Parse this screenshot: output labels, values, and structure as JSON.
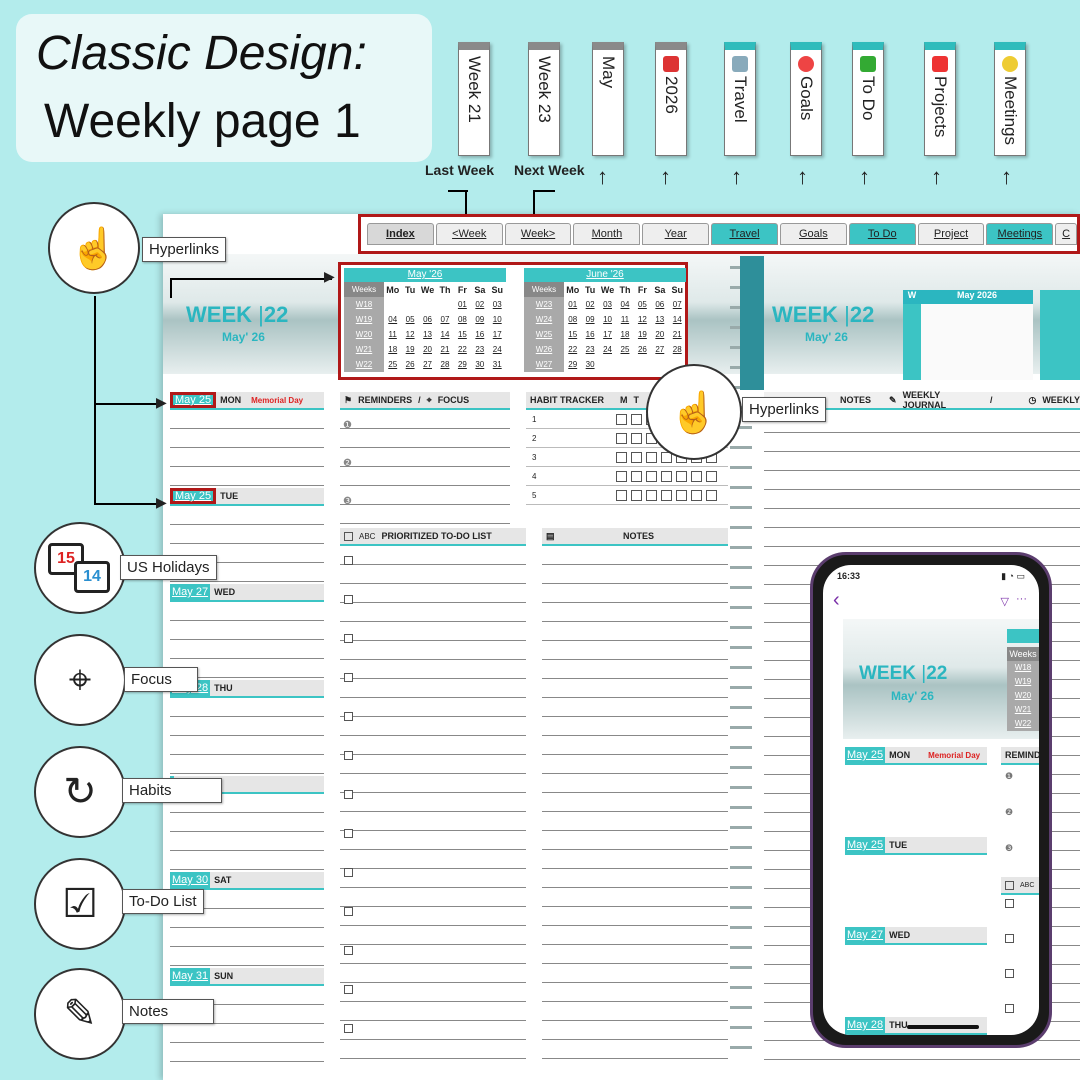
{
  "title": {
    "line1": "Classic Design:",
    "line2": "Weekly page 1"
  },
  "side_tabs": [
    {
      "label": "Week 21"
    },
    {
      "label": "Week 23"
    },
    {
      "label": "May"
    },
    {
      "label": "2026"
    },
    {
      "label": "Travel"
    },
    {
      "label": "Goals"
    },
    {
      "label": "To Do"
    },
    {
      "label": "Projects"
    },
    {
      "label": "Meetings"
    }
  ],
  "arrow_labels": {
    "last": "Last Week",
    "next": "Next Week"
  },
  "nav": [
    "Index",
    "<Week",
    "Week>",
    "Month",
    "Year",
    "Travel",
    "Goals",
    "To Do",
    "Project",
    "Meetings",
    "C"
  ],
  "week": {
    "label": "WEEK",
    "num": "22",
    "sub": "May' 26"
  },
  "cal_may": {
    "title": "May '26",
    "weeks_hdr": "Weeks",
    "days": [
      "Mo",
      "Tu",
      "We",
      "Th",
      "Fr",
      "Sa",
      "Su"
    ],
    "rows": [
      {
        "w": "W18",
        "d": [
          "",
          "",
          "",
          "",
          "01",
          "02",
          "03"
        ]
      },
      {
        "w": "W19",
        "d": [
          "04",
          "05",
          "06",
          "07",
          "08",
          "09",
          "10"
        ]
      },
      {
        "w": "W20",
        "d": [
          "11",
          "12",
          "13",
          "14",
          "15",
          "16",
          "17"
        ]
      },
      {
        "w": "W21",
        "d": [
          "18",
          "19",
          "20",
          "21",
          "22",
          "23",
          "24"
        ]
      },
      {
        "w": "W22",
        "d": [
          "25",
          "26",
          "27",
          "28",
          "29",
          "30",
          "31"
        ]
      }
    ]
  },
  "cal_june": {
    "title": "June '26",
    "weeks_hdr": "Weeks",
    "days": [
      "Mo",
      "Tu",
      "We",
      "Th",
      "Fr",
      "Sa",
      "Su"
    ],
    "rows": [
      {
        "w": "W23",
        "d": [
          "01",
          "02",
          "03",
          "04",
          "05",
          "06",
          "07"
        ]
      },
      {
        "w": "W24",
        "d": [
          "08",
          "09",
          "10",
          "11",
          "12",
          "13",
          "14"
        ]
      },
      {
        "w": "W25",
        "d": [
          "15",
          "16",
          "17",
          "18",
          "19",
          "20",
          "21"
        ]
      },
      {
        "w": "W26",
        "d": [
          "22",
          "23",
          "24",
          "25",
          "26",
          "27",
          "28"
        ]
      },
      {
        "w": "W27",
        "d": [
          "29",
          "30",
          "",
          "",
          "",
          "",
          ""
        ]
      }
    ]
  },
  "days": [
    {
      "date": "May 25",
      "day": "MON",
      "note": "Memorial Day"
    },
    {
      "date": "May 25",
      "day": "TUE"
    },
    {
      "date": "May 27",
      "day": "WED"
    },
    {
      "date": "May 28",
      "day": "THU"
    },
    {
      "date": "",
      "day": "RI"
    },
    {
      "date": "May 30",
      "day": "SAT"
    },
    {
      "date": "May 31",
      "day": "SUN"
    }
  ],
  "sections": {
    "reminders": "REMINDERS",
    "slash": "/",
    "focus": "FOCUS",
    "habit": "HABIT TRACKER",
    "m": "M",
    "t": "T",
    "todo_abc": "ABC",
    "todo": "PRIORITIZED TO-DO LIST",
    "notes": "NOTES",
    "notes2": "NOTES",
    "journal": "WEEKLY JOURNAL",
    "weekly": "WEEKLY"
  },
  "habit_rows": [
    "1",
    "2",
    "3",
    "4",
    "5"
  ],
  "right_page": {
    "week": "WEEK",
    "num": "22",
    "sub": "May' 26",
    "mini_title": "May 2026",
    "w": "W"
  },
  "callouts": [
    "Hyperlinks",
    "Hyperlinks",
    "US Holidays",
    "Focus",
    "Habits",
    "To-Do List",
    "Notes"
  ],
  "holiday_icon": {
    "a": "15",
    "b": "14"
  },
  "phone": {
    "time": "16:33",
    "week": "WEEK",
    "num": "22",
    "sub": "May' 26",
    "weeks": "Weeks",
    "wks": [
      "W18",
      "W19",
      "W20",
      "W21",
      "W22"
    ],
    "d1": "May 25",
    "d1day": "MON",
    "d1note": "Memorial Day",
    "d2": "May 25",
    "d2day": "TUE",
    "d3": "May 27",
    "d3day": "WED",
    "d4": "May 28",
    "d4day": "THU",
    "rem": "REMIND",
    "abc": "ABC"
  },
  "colors": {
    "teal": "#3cc4c4",
    "red": "#b01818",
    "bg": "#b3ecec"
  }
}
